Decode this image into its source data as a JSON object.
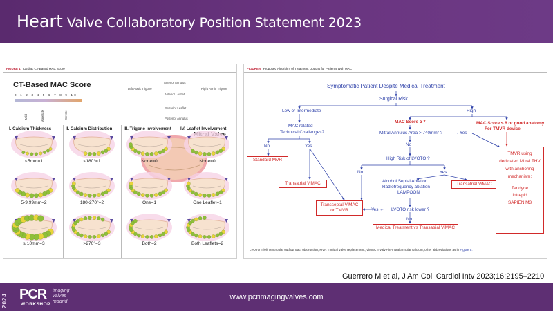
{
  "header": {
    "title_big": "Heart",
    "title_rest": " Valve Collaboratory Position Statement 2023"
  },
  "left_figure": {
    "caption_tag": "FIGURE 1",
    "caption": "Cardiac CT-Based MAC Score",
    "score_title": "CT-Based MAC Score",
    "axis_numbers": "0 1 2 3 4 5 6 7 8 9 10",
    "axis_labels": [
      "Mild",
      "Moderate",
      "Severe"
    ],
    "valve_title": "Mitral Valve",
    "valve_annotations": {
      "anterior_annulus": "Anterior Annulus",
      "left_trigone": "Left Aortic Trigone",
      "right_trigone": "Right Aortic Trigone",
      "anterior_leaflet": "Anterior Leaflet",
      "posterior_leaflet": "Posterior Leaflet",
      "posterior_annulus": "Posterior Annulus"
    },
    "categories": [
      {
        "title": "I. Calcium Thickness",
        "labels": [
          "<5mm=1",
          "5-9.99mm=2",
          "≥ 10mm=3"
        ]
      },
      {
        "title": "II. Calcium Distribution",
        "labels": [
          "<180°=1",
          "180-270°=2",
          ">270°=3"
        ]
      },
      {
        "title": "III. Trigone Involvement",
        "labels": [
          "None=0",
          "One=1",
          "Both=2"
        ]
      },
      {
        "title": "IV. Leaflet Involvement",
        "labels": [
          "None=0",
          "One Leaflet=1",
          "Both Leaflets=2"
        ]
      }
    ]
  },
  "right_figure": {
    "caption_tag": "FIGURE 6",
    "caption": "Proposed Algorithm of Treatment Options for Patients With MAC",
    "nodes": {
      "root": "Symptomatic Patient Despite Medical Treatment",
      "surgical_risk": "Surgical Risk",
      "low_intermediate": "Low or Intermediate",
      "high": "High",
      "mac_related": "MAC related",
      "tech_challenges": "Technical Challenges?",
      "no1": "No",
      "yes1": "Yes",
      "standard_mvr": "Standard MVR",
      "transatrial_vimac_1": "Transatrial ViMAC",
      "mac_score_7": "MAC Score ≥ 7",
      "mitral_area": "Mitral Annulus Area > 740mm² ?",
      "yes_arrow": "→ Yes",
      "mac_score_6_line1": "MAC Score ≤ 6 or good anatomy",
      "mac_score_6_line2": "For TMVR device",
      "no2": "No",
      "high_risk_lvoto": "High Risk of LVOTO ?",
      "no3": "No",
      "yes3": "Yes",
      "alcohol": "Alcohol Septal Ablation",
      "radiofrequency": "Radiofrequency ablation",
      "lampoon": "LAMPOON",
      "transatrial_vimac_2": "Transatrial ViMAC",
      "lvoto_lower": "LVOTO risk lower ?",
      "yes_left": "Yes ←",
      "no4": "No",
      "transseptal_1": "Transseptal ViMAC",
      "transseptal_2": "or TMVR",
      "medical_treatment": "Medical Treatment vs Transatrial ViMAC",
      "tmvr_1": "TMVR using",
      "tmvr_2": "dedicated Mitral THV",
      "tmvr_3": "with anchoring",
      "tmvr_4": "mechanism:",
      "tmvr_5": "Tendyne",
      "tmvr_6": "Intrepid",
      "tmvr_7": "SAPIEN M3"
    },
    "legend": "LVOTO = left ventricular outflow tract obstruction; MVR = mitral valve replacement; ViMAC = valve-in-mitral annular calcium; other abbreviations as in",
    "legend_link": "Figure 5."
  },
  "citation": "Guerrero M et al, J Am Coll Cardiol Intv 2023;16:2195–2210",
  "footer": {
    "year": "2024",
    "brand": "PCR",
    "workshop": "WORKSHOP",
    "imaging_1": "imaging",
    "imaging_2": "valves",
    "imaging_3": "madrid",
    "url": "www.pcrimagingvalves.com"
  },
  "colors": {
    "header_purple": "#5a2a6e",
    "flow_blue": "#2c3fa8",
    "flow_red": "#d12a2a",
    "calcium_green": "#8fbf3a",
    "calcium_yellow": "#e8d43a",
    "trigone_violet": "#5a4a9e"
  }
}
